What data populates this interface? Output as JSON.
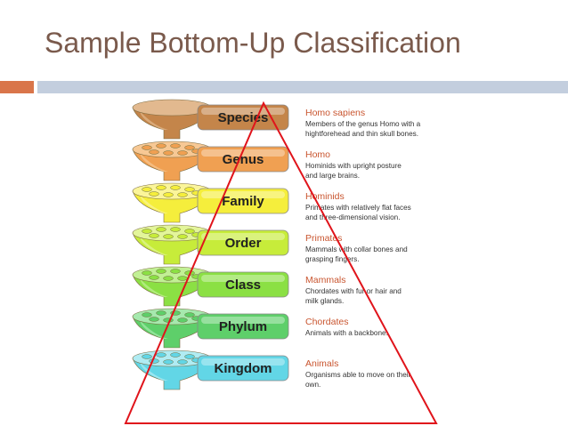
{
  "slide": {
    "title": "Sample Bottom-Up Classification"
  },
  "colors": {
    "title": "#7a5a4c",
    "accent_bar": "#d9754a",
    "main_bar": "#c3cede",
    "triangle": "#e0141b",
    "description_title": "#c9552f"
  },
  "levels": [
    {
      "rank": "Species",
      "color": "#c4854a",
      "light": "#e2b98f",
      "icon": "funnel-icon",
      "title": "Homo sapiens",
      "lines": [
        "Members of the genus Homo with a",
        "hightforehead and thin skull bones."
      ]
    },
    {
      "rank": "Genus",
      "color": "#f0a052",
      "light": "#f7c894",
      "icon": "funnel-icon",
      "title": "Homo",
      "lines": [
        "Hominids with upright posture",
        "and large brains."
      ]
    },
    {
      "rank": "Family",
      "color": "#f5ee3c",
      "light": "#fbf59a",
      "icon": "funnel-icon",
      "title": "Hominids",
      "lines": [
        "Primates with relatively flat faces",
        "and three-dimensional vision."
      ]
    },
    {
      "rank": "Order",
      "color": "#c7ec3a",
      "light": "#e3f59a",
      "icon": "funnel-icon",
      "title": "Primates",
      "lines": [
        "Mammals with collar bones and",
        "grasping fingers."
      ]
    },
    {
      "rank": "Class",
      "color": "#8be044",
      "light": "#c2f095",
      "icon": "funnel-icon",
      "title": "Mammals",
      "lines": [
        "Chordates with fur or hair and",
        "milk glands."
      ]
    },
    {
      "rank": "Phylum",
      "color": "#5ecf6a",
      "light": "#a6e9ae",
      "icon": "funnel-icon",
      "title": "Chordates",
      "lines": [
        "Animals with a backbone."
      ]
    },
    {
      "rank": "Kingdom",
      "color": "#62d6e6",
      "light": "#b0ecf3",
      "icon": "funnel-icon",
      "title": "Animals",
      "lines": [
        "Organisms able to move on their",
        "own."
      ]
    }
  ]
}
